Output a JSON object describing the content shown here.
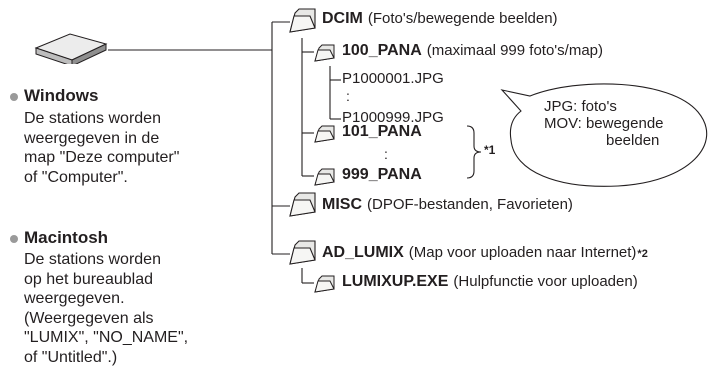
{
  "drive": {
    "icon": "drive-icon"
  },
  "windows": {
    "title": "Windows",
    "lines": [
      "De stations worden",
      "weergegeven in de",
      "map \"Deze computer\"",
      "of \"Computer\"."
    ]
  },
  "mac": {
    "title": "Macintosh",
    "lines": [
      "De stations worden",
      "op het bureaublad",
      "weergegeven.",
      "(Weergegeven als",
      "\"LUMIX\", \"NO_NAME\",",
      "of \"Untitled\".)"
    ]
  },
  "tree": {
    "dcim": {
      "name": "DCIM",
      "desc": "(Foto's/bewegende beelden)"
    },
    "pana100": {
      "name": "100_PANA",
      "desc": "(maximaal 999 foto's/map)"
    },
    "file_first": "P1000001.JPG",
    "file_ellipsis": ":",
    "file_last": "P1000999.JPG",
    "pana101": {
      "name": "101_PANA"
    },
    "pana_ellipsis": ":",
    "pana999": {
      "name": "999_PANA"
    },
    "note1": "*1",
    "misc": {
      "name": "MISC",
      "desc": "(DPOF-bestanden, Favorieten)"
    },
    "adlumix": {
      "name": "AD_LUMIX",
      "desc": "(Map voor uploaden naar Internet)",
      "note": "*2"
    },
    "lumixup": {
      "name": "LUMIXUP.EXE",
      "desc": "(Hulpfunctie voor uploaden)"
    }
  },
  "bubble": {
    "lines": [
      "JPG: foto's",
      "MOV: bewegende",
      "beelden"
    ]
  },
  "folder_icon": "folder-icon",
  "colors": {
    "folder_fill": "#e8e8e6",
    "folder_stroke": "#231f20",
    "bullet": "#9a9a9a",
    "text": "#231f20"
  }
}
